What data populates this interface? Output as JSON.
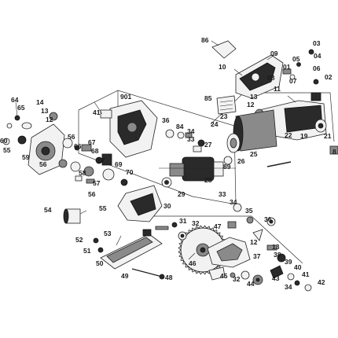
{
  "diagram": {
    "type": "exploded-parts-diagram",
    "callouts": [
      {
        "id": "c86",
        "label": "86"
      },
      {
        "id": "c03",
        "label": "03"
      },
      {
        "id": "c09",
        "label": "09"
      },
      {
        "id": "c05",
        "label": "05"
      },
      {
        "id": "c04",
        "label": "04"
      },
      {
        "id": "c01",
        "label": "01"
      },
      {
        "id": "c10",
        "label": "10"
      },
      {
        "id": "c06",
        "label": "06"
      },
      {
        "id": "c08",
        "label": "08"
      },
      {
        "id": "c07",
        "label": "07"
      },
      {
        "id": "c02",
        "label": "02"
      },
      {
        "id": "c85",
        "label": "85"
      },
      {
        "id": "c11",
        "label": "11"
      },
      {
        "id": "c13",
        "label": "13"
      },
      {
        "id": "c12a",
        "label": "12"
      },
      {
        "id": "c901",
        "label": "901"
      },
      {
        "id": "c41",
        "label": "41"
      },
      {
        "id": "c64",
        "label": "64"
      },
      {
        "id": "c65",
        "label": "65"
      },
      {
        "id": "c14a",
        "label": "14"
      },
      {
        "id": "c13a",
        "label": "13"
      },
      {
        "id": "c12b",
        "label": "12"
      },
      {
        "id": "c36a",
        "label": "36"
      },
      {
        "id": "c84",
        "label": "84"
      },
      {
        "id": "c34a",
        "label": "34"
      },
      {
        "id": "c33a",
        "label": "33"
      },
      {
        "id": "c24",
        "label": "24"
      },
      {
        "id": "c23",
        "label": "23"
      },
      {
        "id": "c22",
        "label": "22"
      },
      {
        "id": "c19",
        "label": "19"
      },
      {
        "id": "c21",
        "label": "21"
      },
      {
        "id": "c8",
        "label": "8"
      },
      {
        "id": "c25",
        "label": "25"
      },
      {
        "id": "c26",
        "label": "26"
      },
      {
        "id": "c27",
        "label": "27"
      },
      {
        "id": "c89",
        "label": "89"
      },
      {
        "id": "c28",
        "label": "28"
      },
      {
        "id": "c29",
        "label": "29"
      },
      {
        "id": "c30",
        "label": "30"
      },
      {
        "id": "c56a",
        "label": "56"
      },
      {
        "id": "c66",
        "label": "66"
      },
      {
        "id": "c67",
        "label": "67"
      },
      {
        "id": "c68",
        "label": "68"
      },
      {
        "id": "c55a",
        "label": "55"
      },
      {
        "id": "c59",
        "label": "59"
      },
      {
        "id": "c56b",
        "label": "56"
      },
      {
        "id": "c60",
        "label": "60"
      },
      {
        "id": "c57a",
        "label": "57"
      },
      {
        "id": "c58",
        "label": "58"
      },
      {
        "id": "c69",
        "label": "69"
      },
      {
        "id": "c70",
        "label": "70"
      },
      {
        "id": "c57b",
        "label": "57"
      },
      {
        "id": "c56c",
        "label": "56"
      },
      {
        "id": "c55b",
        "label": "55"
      },
      {
        "id": "c54",
        "label": "54"
      },
      {
        "id": "c33b",
        "label": "33"
      },
      {
        "id": "c34b",
        "label": "34"
      },
      {
        "id": "c35",
        "label": "35"
      },
      {
        "id": "c36b",
        "label": "36"
      },
      {
        "id": "c31",
        "label": "31"
      },
      {
        "id": "c32a",
        "label": "32"
      },
      {
        "id": "c47",
        "label": "47"
      },
      {
        "id": "c52",
        "label": "52"
      },
      {
        "id": "c53",
        "label": "53"
      },
      {
        "id": "c51",
        "label": "51"
      },
      {
        "id": "c50",
        "label": "50"
      },
      {
        "id": "c49",
        "label": "49"
      },
      {
        "id": "c48",
        "label": "48"
      },
      {
        "id": "c12c",
        "label": "12"
      },
      {
        "id": "c13b",
        "label": "13"
      },
      {
        "id": "c38",
        "label": "38"
      },
      {
        "id": "c39",
        "label": "39"
      },
      {
        "id": "c40",
        "label": "40"
      },
      {
        "id": "c41b",
        "label": "41"
      },
      {
        "id": "c46",
        "label": "46"
      },
      {
        "id": "c45",
        "label": "45"
      },
      {
        "id": "c32b",
        "label": "32"
      },
      {
        "id": "c44",
        "label": "44"
      },
      {
        "id": "c37",
        "label": "37"
      },
      {
        "id": "c43",
        "label": "43"
      },
      {
        "id": "c34c",
        "label": "34"
      },
      {
        "id": "c42",
        "label": "42"
      }
    ]
  }
}
